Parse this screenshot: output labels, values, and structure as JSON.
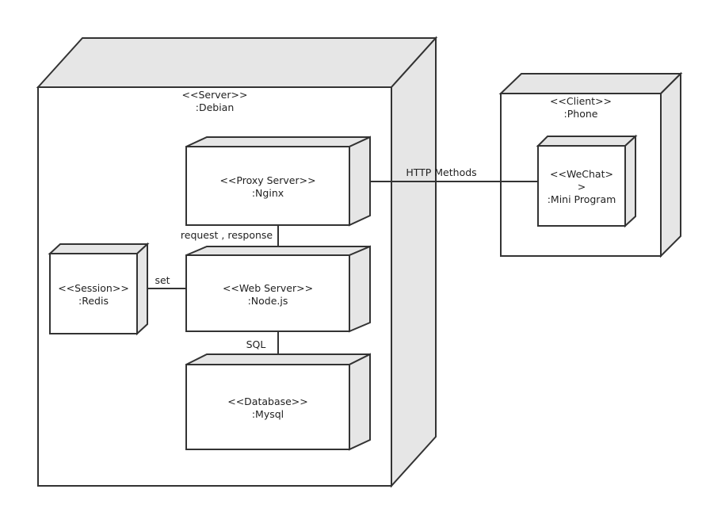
{
  "nodes": {
    "server": {
      "stereotype": "<<Server>>",
      "name": ":Debian"
    },
    "client": {
      "stereotype": "<<Client>>",
      "name": ":Phone"
    },
    "proxy": {
      "stereotype": "<<Proxy Server>>",
      "name": ":Nginx"
    },
    "web": {
      "stereotype": "<<Web Server>>",
      "name": ":Node.js"
    },
    "database": {
      "stereotype": "<<Database>>",
      "name": ":Mysql"
    },
    "session": {
      "stereotype": "<<Session>>",
      "name": ":Redis"
    },
    "wechat": {
      "stereotype_line1": "<<WeChat>",
      "stereotype_line2": ">",
      "name": ":Mini Program"
    }
  },
  "connectors": {
    "proxy_web": "request , response",
    "web_db": "SQL",
    "session_web": "set",
    "proxy_wechat": "HTTP Methods"
  },
  "colors": {
    "stroke": "#333333",
    "front_face": "#ffffff",
    "side_face": "#e6e6e6"
  }
}
